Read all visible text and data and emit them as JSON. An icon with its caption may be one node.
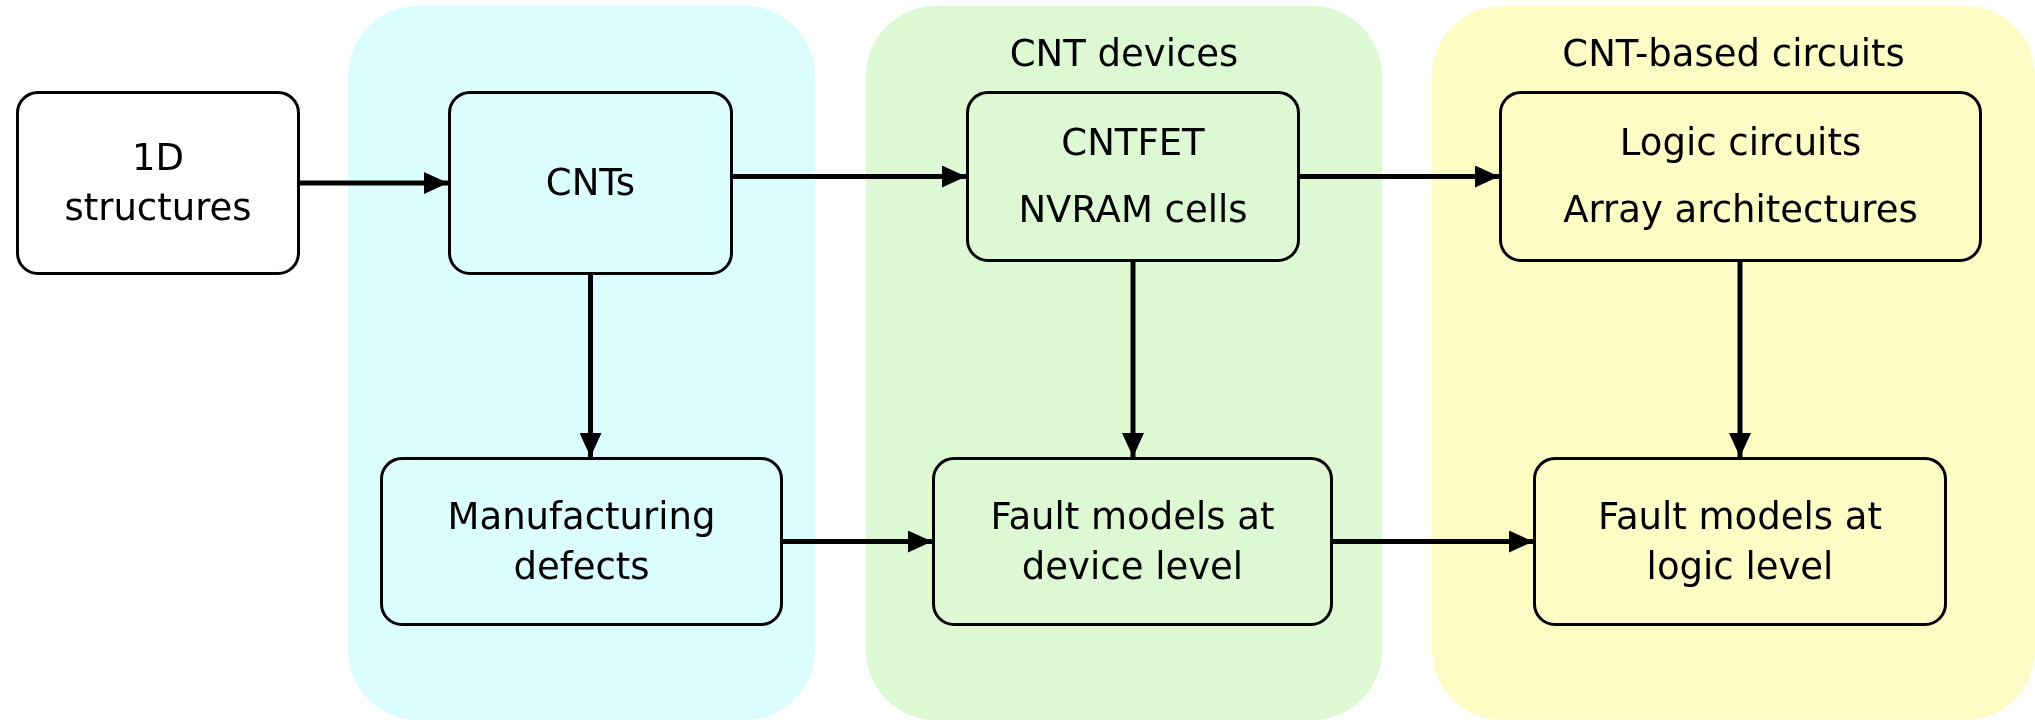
{
  "diagram": {
    "nodes": [
      {
        "text": [
          "1D structures"
        ]
      },
      {
        "text": [],
        "shape": "box"
      },
      {
        "text": [
          "CNTs"
        ],
        "in": 1
      },
      {
        "text": [
          "Manufacturing defects"
        ],
        "in": 1
      },
      {
        "text": [
          "CNT devices"
        ]
      },
      {
        "text": [
          "CNTFET",
          "NVRAM cells"
        ],
        "in": 4
      },
      {
        "text": [
          "Fault models at device level"
        ],
        "in": 4
      },
      {
        "text": [
          "CNT-based circuits"
        ]
      },
      {
        "text": [
          "Logic circuits",
          "Array architectures"
        ],
        "in": 7
      },
      {
        "text": [
          "Fault models at logic level"
        ],
        "in": 7
      }
    ],
    "edges": [
      {
        "from": 0,
        "to": 2,
        "arrow": "to"
      },
      {
        "from": 2,
        "to": 5,
        "arrow": "to"
      },
      {
        "from": 5,
        "to": 8,
        "arrow": "to"
      },
      {
        "from": 2,
        "to": 3,
        "arrow": "to"
      },
      {
        "from": 5,
        "to": 6,
        "arrow": "to"
      },
      {
        "from": 8,
        "to": 9,
        "arrow": "to"
      },
      {
        "from": 3,
        "to": 6,
        "arrow": "to"
      },
      {
        "from": 6,
        "to": 9,
        "arrow": "to"
      }
    ]
  }
}
